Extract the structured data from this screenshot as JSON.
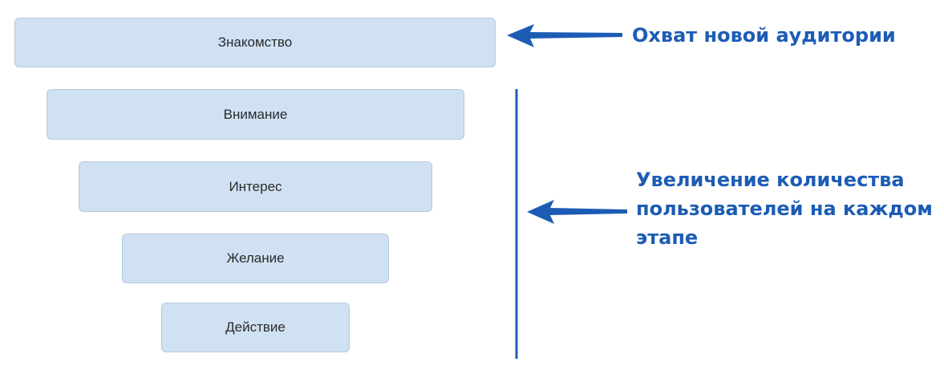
{
  "stages": [
    {
      "label": "Знакомство"
    },
    {
      "label": "Внимание"
    },
    {
      "label": "Интерес"
    },
    {
      "label": "Желание"
    },
    {
      "label": "Действие"
    }
  ],
  "annotations": {
    "top": "Охват новой аудитории",
    "bottom_lines": [
      "Увеличение количества",
      "пользователей на каждом",
      "этапе"
    ]
  },
  "colors": {
    "stage_fill": "#cfe1f3",
    "accent": "#1c5cb5"
  }
}
